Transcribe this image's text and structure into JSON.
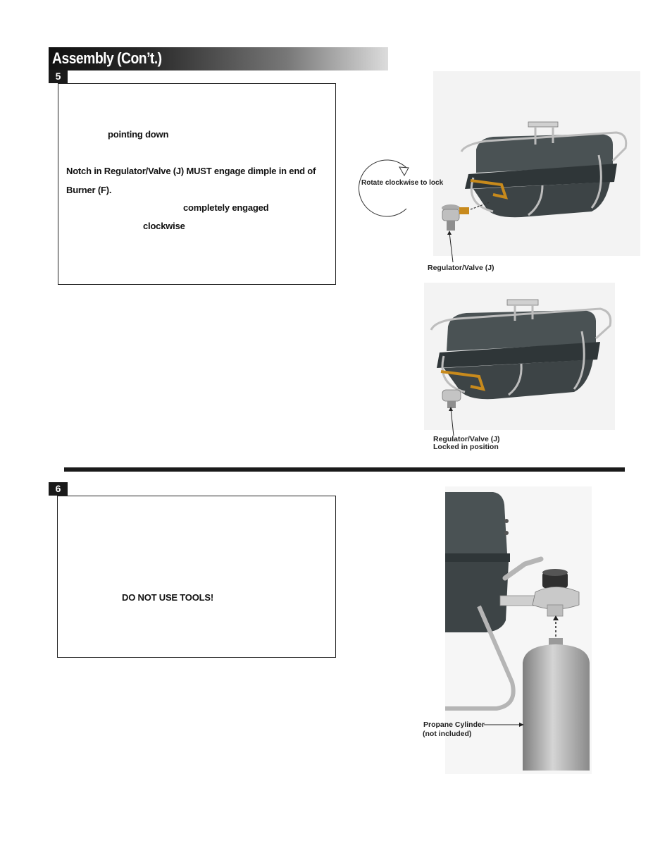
{
  "header": {
    "title": "Assembly (Con’t.)"
  },
  "step5": {
    "number": "5",
    "text_pointing_down": "pointing down",
    "text_notch_line1": "Notch in Regulator/Valve (J) MUST engage dimple in end of",
    "text_notch_line2": "Burner (F).",
    "text_completely_engaged": "completely engaged",
    "text_clockwise": "clockwise",
    "figure_top": {
      "rotate_label": "Rotate clockwise to lock",
      "callout": "Regulator/Valve (J)"
    },
    "figure_bottom": {
      "callout_line1": "Regulator/Valve (J)",
      "callout_line2": "Locked in position"
    }
  },
  "step6": {
    "number": "6",
    "text_no_tools": "DO NOT USE TOOLS!",
    "figure": {
      "callout_line1": "Propane Cylinder",
      "callout_line2": "(not included)"
    }
  },
  "colors": {
    "grill_body": "#3d4446",
    "frame_silver": "#c8c8c8",
    "handle_orange": "#c88a1c",
    "cylinder_gray": "#9a9a9a"
  }
}
